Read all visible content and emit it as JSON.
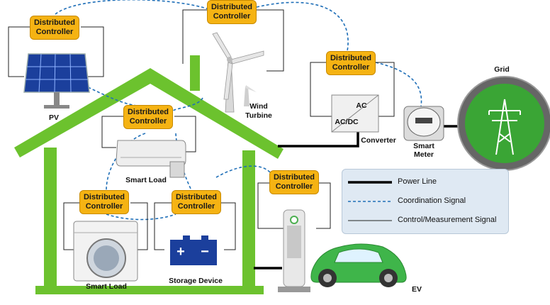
{
  "controllers": [
    {
      "id": "pv",
      "line1": "Distributed",
      "line2": "Controller"
    },
    {
      "id": "wind",
      "line1": "Distributed",
      "line2": "Controller"
    },
    {
      "id": "converter",
      "line1": "Distributed",
      "line2": "Controller"
    },
    {
      "id": "ac",
      "line1": "Distributed",
      "line2": "Controller"
    },
    {
      "id": "washer",
      "line1": "Distributed",
      "line2": "Controller"
    },
    {
      "id": "storage",
      "line1": "Distributed",
      "line2": "Controller"
    },
    {
      "id": "ev",
      "line1": "Distributed",
      "line2": "Controller"
    }
  ],
  "labels": {
    "pv": "PV",
    "wind_line1": "Wind",
    "wind_line2": "Turbine",
    "grid": "Grid",
    "smart_meter_line1": "Smart",
    "smart_meter_line2": "Meter",
    "converter": "Converter",
    "converter_ac": "AC",
    "converter_acdc": "AC/DC",
    "smart_load_ac": "Smart Load",
    "smart_load_washer": "Smart Load",
    "storage": "Storage Device",
    "ev": "EV",
    "battery_plus": "+",
    "battery_minus": "−"
  },
  "legend": {
    "power_line": "Power Line",
    "coordination_signal": "Coordination Signal",
    "control_signal": "Control/Measurement Signal"
  },
  "colors": {
    "house_green": "#6cc22e",
    "controller_fill": "#f5b313",
    "coordination_line": "#1f6fb8",
    "grid_green": "#3aa535",
    "ev_green": "#3fb54a"
  }
}
